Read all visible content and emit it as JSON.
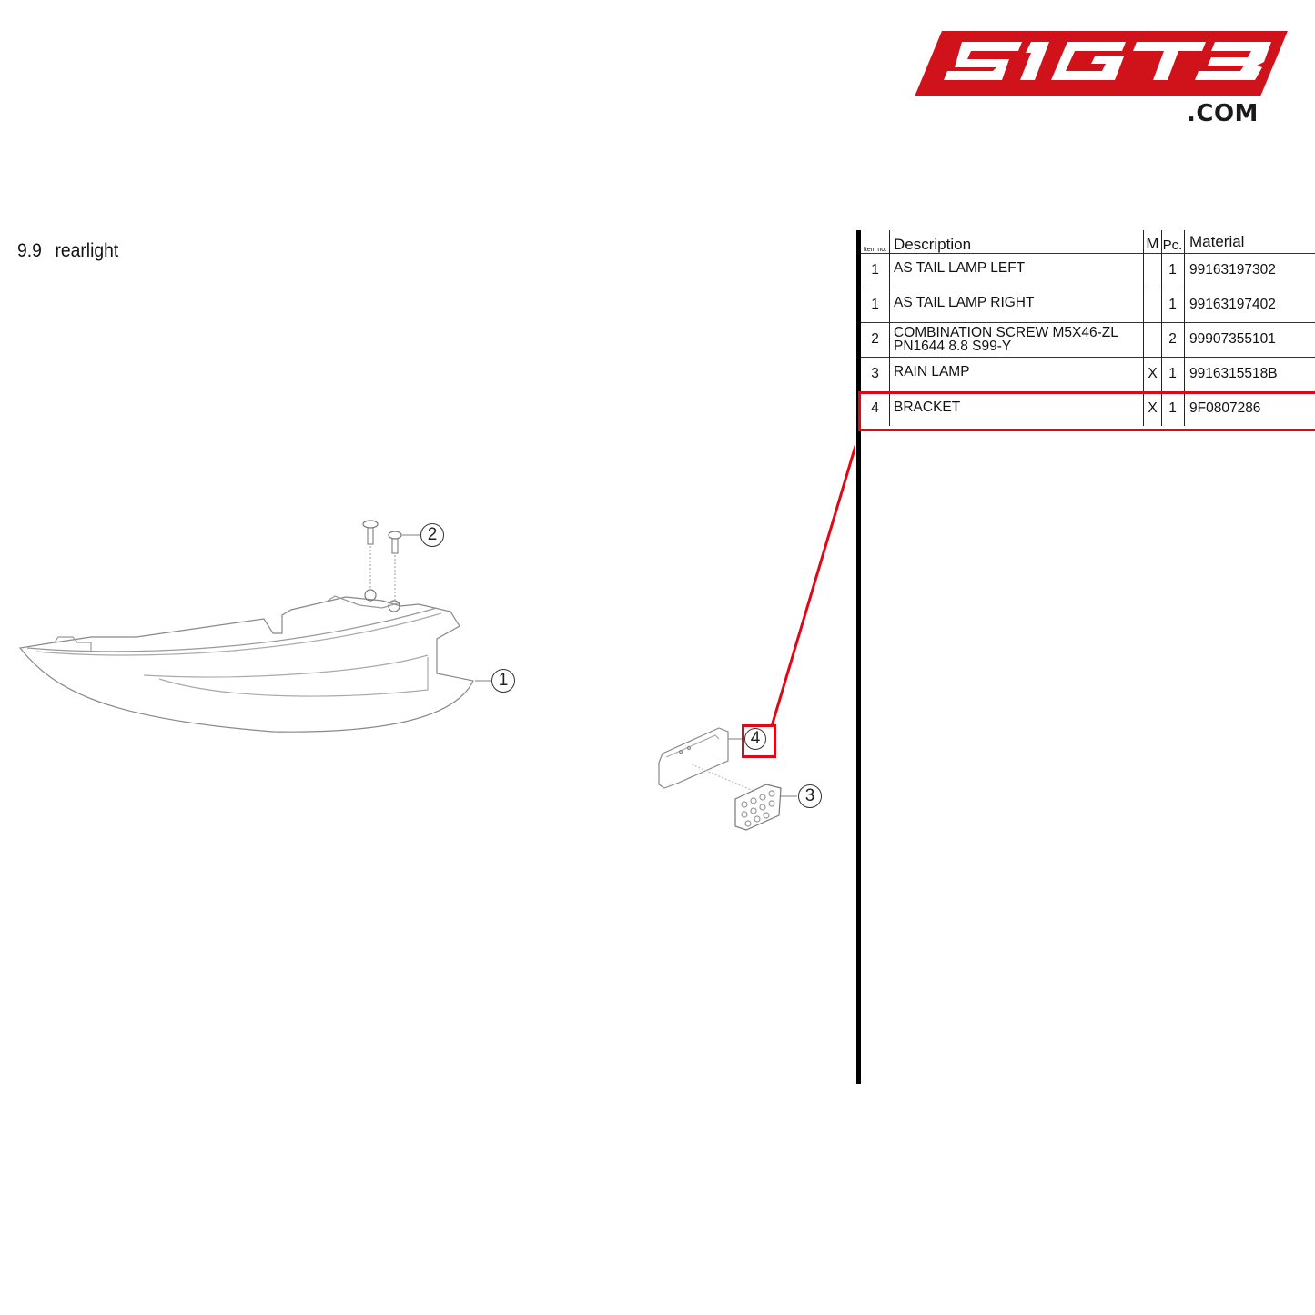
{
  "brand": {
    "logo_text": "51GT3",
    "logo_suffix": ".COM",
    "logo_color": "#d0131b"
  },
  "section": {
    "number": "9.9",
    "title": "rearlight"
  },
  "table": {
    "headers": {
      "item": "Item no.",
      "description": "Description",
      "m": "M",
      "pc": "Pc.",
      "material": "Material"
    },
    "rows": [
      {
        "item": "1",
        "description": "AS TAIL LAMP LEFT",
        "m": "",
        "pc": "1",
        "material": "99163197302",
        "highlighted": false
      },
      {
        "item": "1",
        "description": "AS TAIL LAMP RIGHT",
        "m": "",
        "pc": "1",
        "material": "99163197402",
        "highlighted": false
      },
      {
        "item": "2",
        "description_line1": "COMBINATION SCREW M5X46-ZL",
        "description_line2": "PN1644 8.8 S99-Y",
        "m": "",
        "pc": "2",
        "material": "99907355101",
        "highlighted": false
      },
      {
        "item": "3",
        "description": "RAIN LAMP",
        "m": "X",
        "pc": "1",
        "material": "9916315518B",
        "highlighted": false
      },
      {
        "item": "4",
        "description": "BRACKET",
        "m": "X",
        "pc": "1",
        "material": "9F0807286",
        "highlighted": true
      }
    ]
  },
  "diagram": {
    "callouts": [
      {
        "label": "1",
        "part": "tail-lamp"
      },
      {
        "label": "2",
        "part": "screws"
      },
      {
        "label": "3",
        "part": "rain-lamp"
      },
      {
        "label": "4",
        "part": "bracket"
      }
    ],
    "highlight_color": "#e30613"
  }
}
